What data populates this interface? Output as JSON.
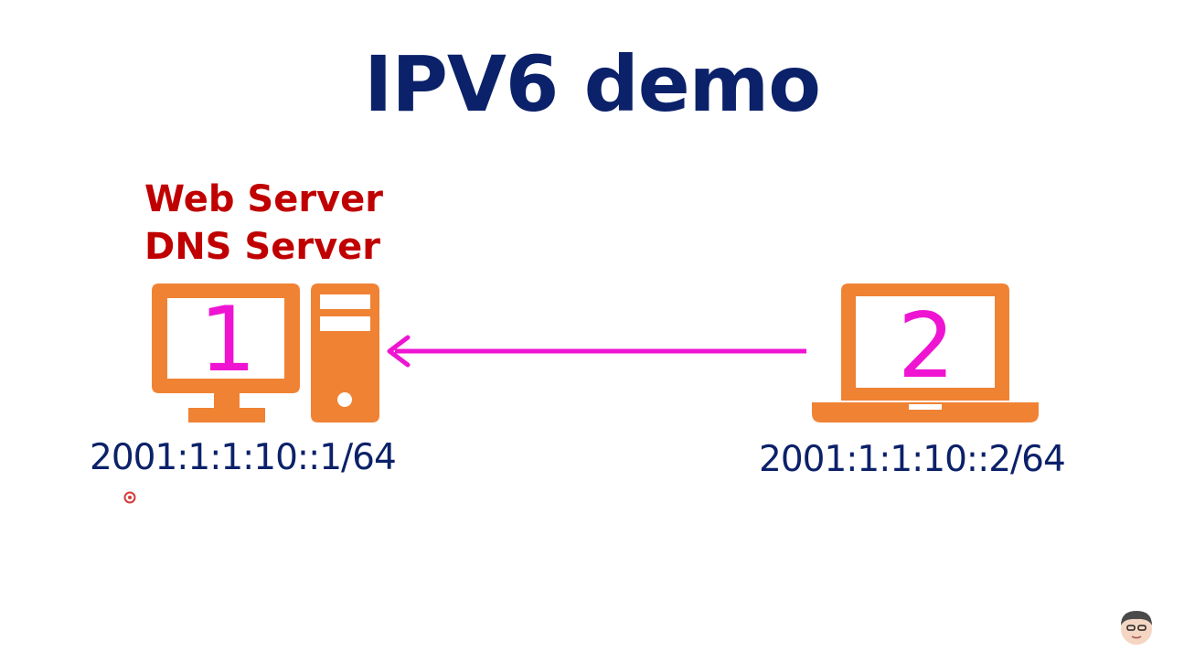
{
  "title": "IPV6 demo",
  "server": {
    "roles": [
      "Web Server",
      "DNS Server"
    ],
    "number": "1",
    "address": "2001:1:1:10::1/64"
  },
  "client": {
    "number": "2",
    "address": "2001:1:1:10::2/64"
  },
  "colors": {
    "title": "#0b2169",
    "roles": "#c00000",
    "device": "#f08233",
    "number": "#ef14d2",
    "arrow": "#ef14d2",
    "address": "#0b2169"
  }
}
